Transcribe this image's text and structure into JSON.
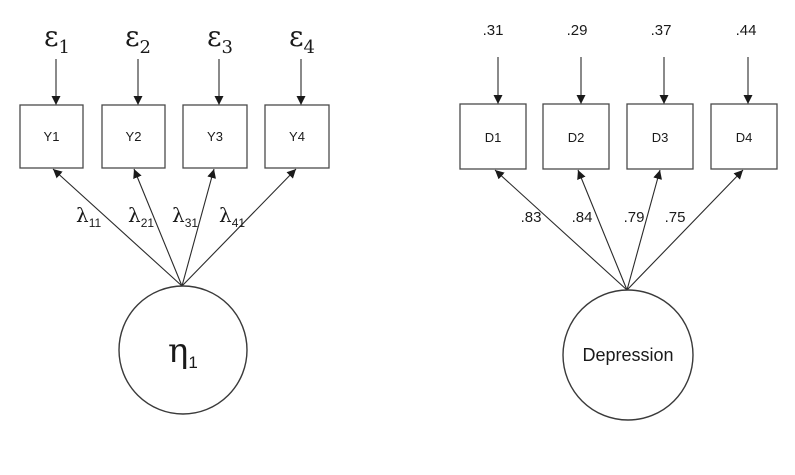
{
  "diagrams": [
    {
      "id": "generic",
      "latent": {
        "symbol": "η",
        "subscript": "1"
      },
      "indicators": [
        {
          "label": "Y1",
          "error_symbol": "ε",
          "error_subscript": "1",
          "loading_symbol": "λ",
          "loading_subscript": "11"
        },
        {
          "label": "Y2",
          "error_symbol": "ε",
          "error_subscript": "2",
          "loading_symbol": "λ",
          "loading_subscript": "21"
        },
        {
          "label": "Y3",
          "error_symbol": "ε",
          "error_subscript": "3",
          "loading_symbol": "λ",
          "loading_subscript": "31"
        },
        {
          "label": "Y4",
          "error_symbol": "ε",
          "error_subscript": "4",
          "loading_symbol": "λ",
          "loading_subscript": "41"
        }
      ]
    },
    {
      "id": "depression",
      "latent": {
        "name": "Depression"
      },
      "indicators": [
        {
          "label": "D1",
          "residual": ".31",
          "loading": ".83"
        },
        {
          "label": "D2",
          "residual": ".29",
          "loading": ".84"
        },
        {
          "label": "D3",
          "residual": ".37",
          "loading": ".79"
        },
        {
          "label": "D4",
          "residual": ".44",
          "loading": ".75"
        }
      ]
    }
  ]
}
